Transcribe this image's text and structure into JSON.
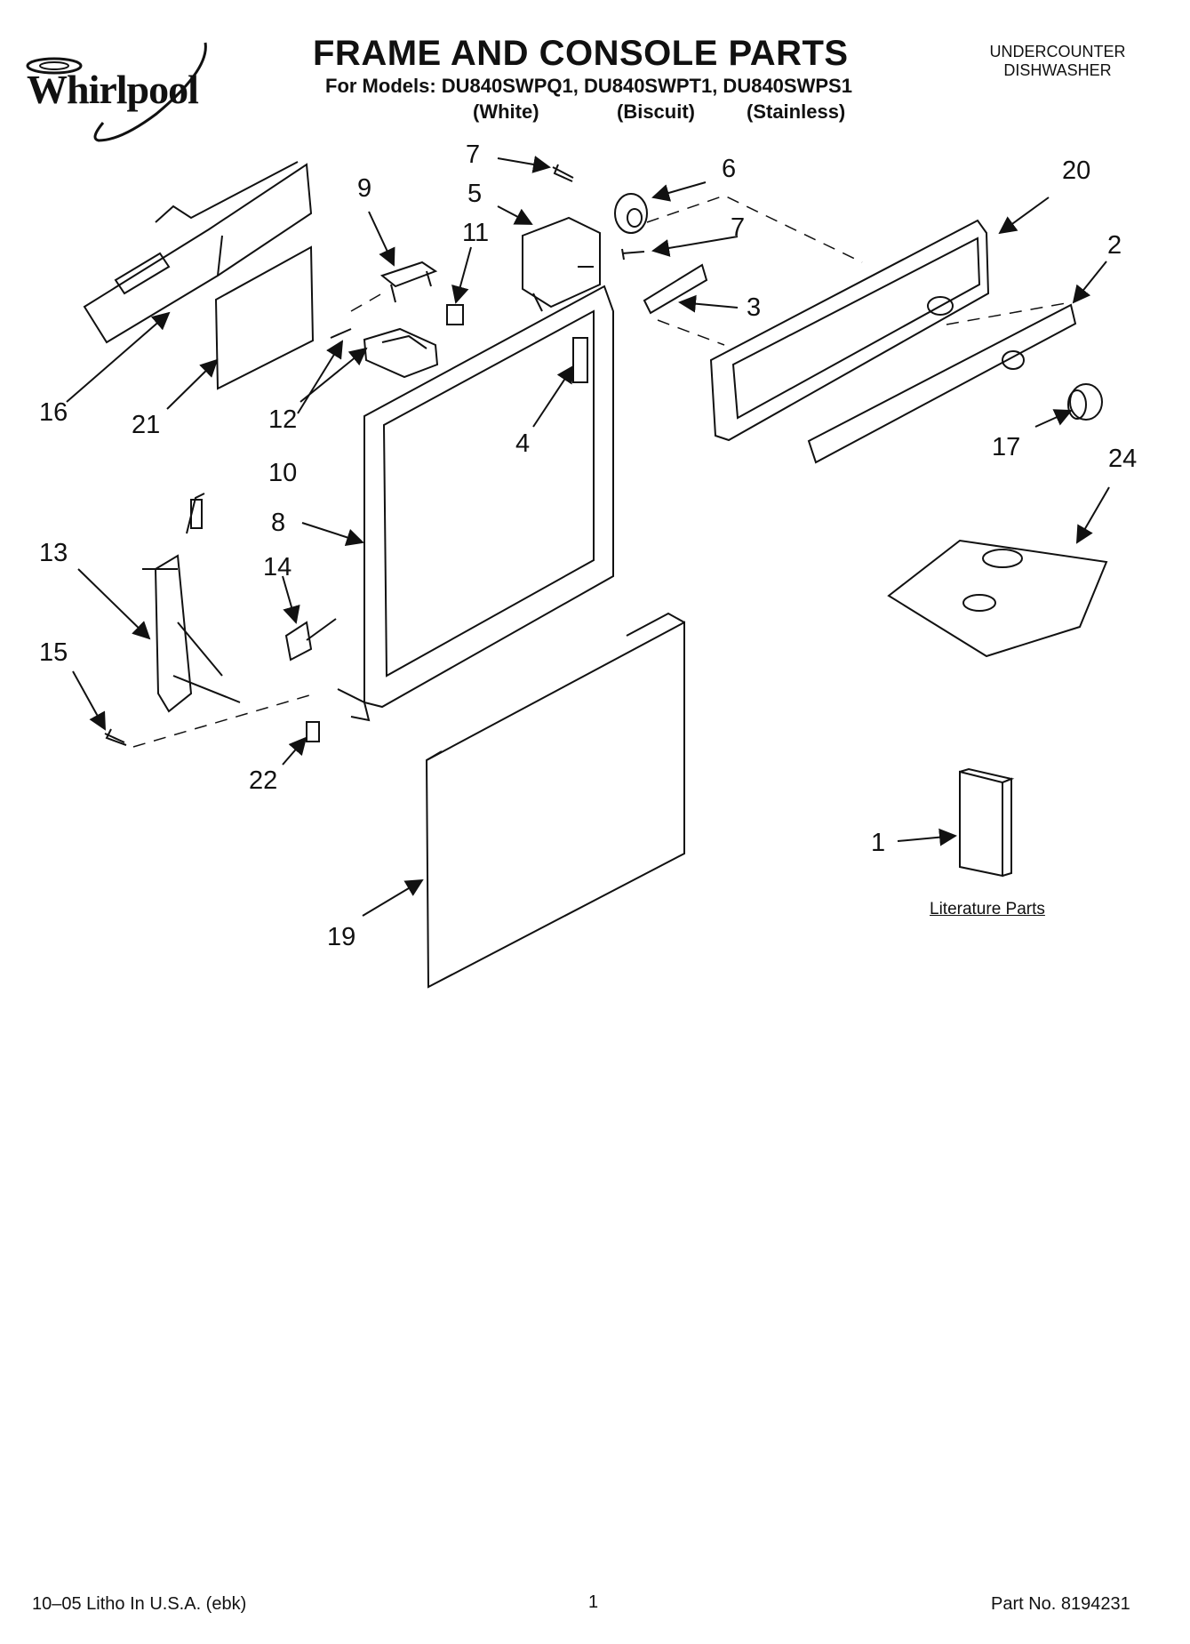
{
  "header": {
    "brand": "Whirlpool",
    "title": "FRAME AND CONSOLE PARTS",
    "models_line": "For Models: DU840SWPQ1, DU840SWPT1, DU840SWPS1",
    "variants": [
      "(White)",
      "(Biscuit)",
      "(Stainless)"
    ],
    "product_type_line1": "UNDERCOUNTER",
    "product_type_line2": "DISHWASHER"
  },
  "callouts": {
    "c1": "1",
    "c2": "2",
    "c3": "3",
    "c4": "4",
    "c5": "5",
    "c6": "6",
    "c7a": "7",
    "c7b": "7",
    "c8": "8",
    "c9": "9",
    "c10": "10",
    "c11": "11",
    "c12": "12",
    "c13": "13",
    "c14": "14",
    "c15": "15",
    "c16": "16",
    "c17": "17",
    "c19": "19",
    "c20": "20",
    "c21": "21",
    "c22": "22",
    "c24": "24"
  },
  "literature_label": "Literature Parts",
  "footer": {
    "print_info": "10–05 Litho In U.S.A. (ebk)",
    "page_number": "1",
    "part_number": "Part No. 8194231"
  }
}
